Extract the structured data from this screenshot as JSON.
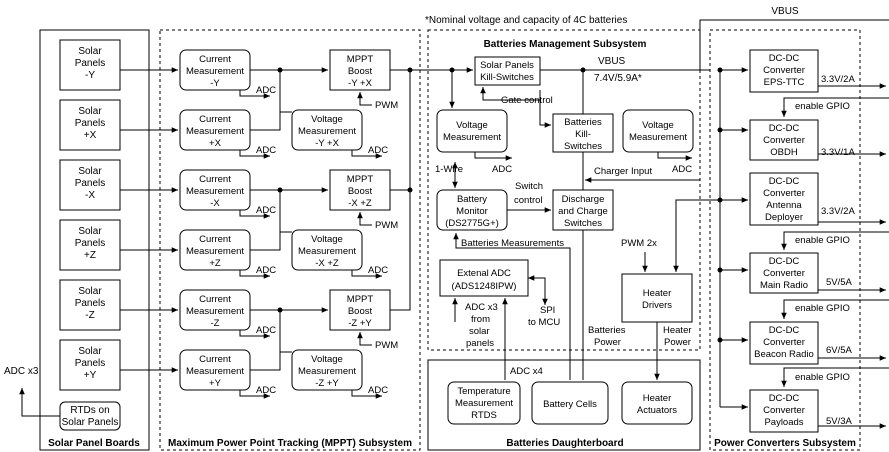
{
  "note": "*Nominal voltage and capacity of 4C batteries",
  "subsystems": {
    "solar": "Solar Panel Boards",
    "mppt": "Maximum Power Point Tracking (MPPT) Subsystem",
    "bms": "Batteries Management Subsystem",
    "daughter": "Batteries Daughterboard",
    "conv": "Power Converters Subsystem"
  },
  "solar_panels": [
    {
      "l1": "Solar",
      "l2": "Panels",
      "l3": "-Y"
    },
    {
      "l1": "Solar",
      "l2": "Panels",
      "l3": "+X"
    },
    {
      "l1": "Solar",
      "l2": "Panels",
      "l3": "-X"
    },
    {
      "l1": "Solar",
      "l2": "Panels",
      "l3": "+Z"
    },
    {
      "l1": "Solar",
      "l2": "Panels",
      "l3": "-Z"
    },
    {
      "l1": "Solar",
      "l2": "Panels",
      "l3": "+Y"
    }
  ],
  "rtds": {
    "l1": "RTDs on",
    "l2": "Solar Panels"
  },
  "adc_x3": "ADC x3",
  "current_meas": [
    {
      "l1": "Current",
      "l2": "Measurement",
      "l3": "-Y"
    },
    {
      "l1": "Current",
      "l2": "Measurement",
      "l3": "+X"
    },
    {
      "l1": "Current",
      "l2": "Measurement",
      "l3": "-X"
    },
    {
      "l1": "Current",
      "l2": "Measurement",
      "l3": "+Z"
    },
    {
      "l1": "Current",
      "l2": "Measurement",
      "l3": "-Z"
    },
    {
      "l1": "Current",
      "l2": "Measurement",
      "l3": "+Y"
    }
  ],
  "voltage_meas": [
    {
      "l1": "Voltage",
      "l2": "Measurement",
      "l3": "-Y +X"
    },
    {
      "l1": "Voltage",
      "l2": "Measurement",
      "l3": "-X +Z"
    },
    {
      "l1": "Voltage",
      "l2": "Measurement",
      "l3": "-Z +Y"
    }
  ],
  "mppt_boost": [
    {
      "l1": "MPPT",
      "l2": "Boost",
      "l3": "-Y +X"
    },
    {
      "l1": "MPPT",
      "l2": "Boost",
      "l3": "-X +Z"
    },
    {
      "l1": "MPPT",
      "l2": "Boost",
      "l3": "-Z +Y"
    }
  ],
  "adc": "ADC",
  "pwm": "PWM",
  "bms": {
    "killsw_l1": "Solar Panels",
    "killsw_l2": "Kill-Switches",
    "vbus": "VBUS",
    "vbus_spec": "7.4V/5.9A*",
    "gate": "Gate control",
    "batt_kill_l1": "Batteries",
    "batt_kill_l2": "Kill-",
    "batt_kill_l3": "Switches",
    "vmeas_l1": "Voltage",
    "vmeas_l2": "Measurement",
    "onewire": "1-Wire",
    "adc": "ADC",
    "charger": "Charger Input",
    "switch_l1": "Switch",
    "switch_l2": "control",
    "monitor_l1": "Battery",
    "monitor_l2": "Monitor",
    "monitor_l3": "(DS2775G+)",
    "discharge_l1": "Discharge",
    "discharge_l2": "and Charge",
    "discharge_l3": "Switches",
    "batt_meas": "Batteries Measurements",
    "pwm2x": "PWM 2x",
    "ext_adc_l1": "Extenal ADC",
    "ext_adc_l2": "(ADS1248IPW)",
    "adcx3_l1": "ADC x3",
    "adcx3_l2": "from",
    "adcx3_l3": "solar",
    "adcx3_l4": "panels",
    "spi_l1": "SPI",
    "spi_l2": "to MCU",
    "heater_drv_l1": "Heater",
    "heater_drv_l2": "Drivers",
    "batt_power_l1": "Batteries",
    "batt_power_l2": "Power",
    "heater_power_l1": "Heater",
    "heater_power_l2": "Power"
  },
  "daughter": {
    "adcx4": "ADC x4",
    "temp_l1": "Temperature",
    "temp_l2": "Measurement",
    "temp_l3": "RTDS",
    "cells": "Battery Cells",
    "heater_act_l1": "Heater",
    "heater_act_l2": "Actuators"
  },
  "vbus_top": "VBUS",
  "converters": [
    {
      "l1": "DC-DC",
      "l2": "Converter",
      "l3": "EPS-TTC",
      "l4": "",
      "out": "3.3V/2A"
    },
    {
      "l1": "DC-DC",
      "l2": "Converter",
      "l3": "OBDH",
      "l4": "",
      "out": "3.3V/1A"
    },
    {
      "l1": "DC-DC",
      "l2": "Converter",
      "l3": "Antenna",
      "l4": "Deployer",
      "out": "3.3V/2A"
    },
    {
      "l1": "DC-DC",
      "l2": "Converter",
      "l3": "Main Radio",
      "l4": "",
      "out": "5V/5A"
    },
    {
      "l1": "DC-DC",
      "l2": "Converter",
      "l3": "Beacon Radio",
      "l4": "",
      "out": "6V/5A"
    },
    {
      "l1": "DC-DC",
      "l2": "Converter",
      "l3": "Payloads",
      "l4": "",
      "out": "5V/3A"
    }
  ],
  "enable_gpio": "enable GPIO"
}
